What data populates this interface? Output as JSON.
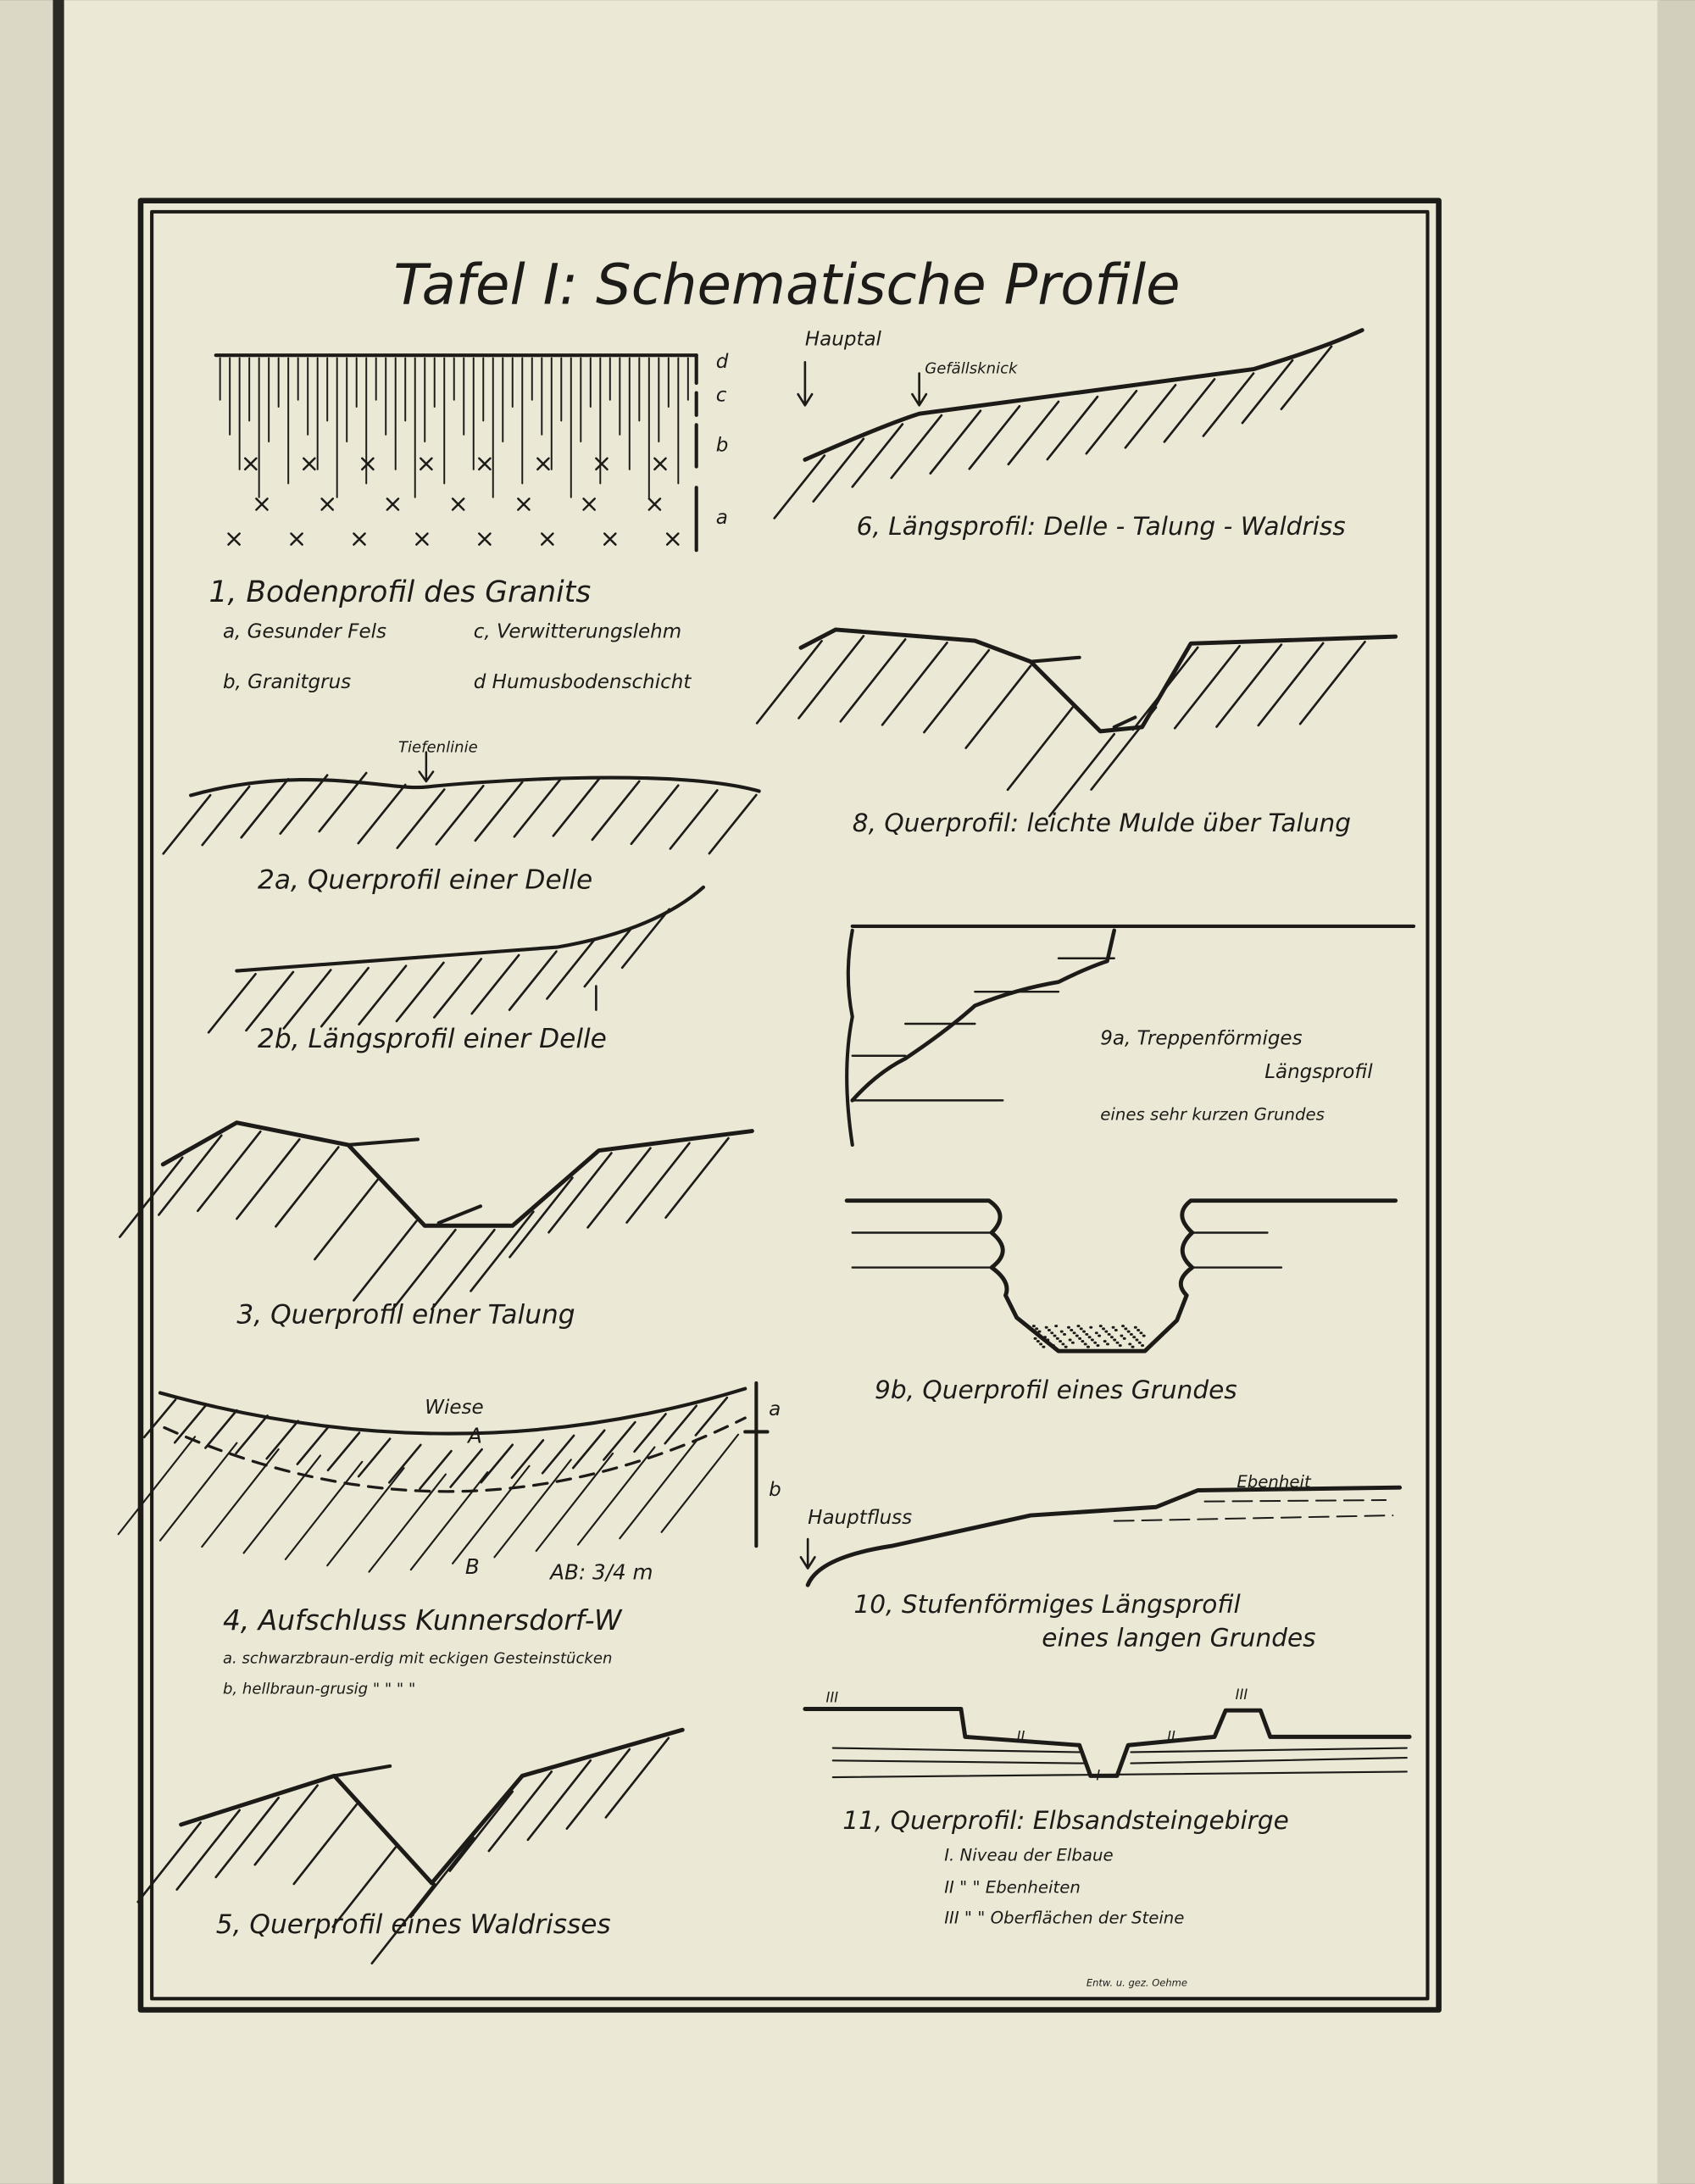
{
  "title": "Tafel I: Schematische Profile",
  "fig1": {
    "caption": "1, Bodenprofil des Granits",
    "layer_labels": [
      "d",
      "c",
      "b",
      "a"
    ],
    "legend": [
      "a, Gesunder Fels",
      "c, Verwitterungslehm",
      "b, Granitgrus",
      "d Humusbodenschicht"
    ]
  },
  "fig2a": {
    "marker": "Tiefenlinie",
    "caption": "2a, Querprofil einer Delle"
  },
  "fig2b": {
    "caption": "2b, Längsprofil einer Delle"
  },
  "fig3": {
    "caption": "3, Querprofil einer Talung"
  },
  "fig4": {
    "wiese": "Wiese",
    "point_a": "A",
    "point_b": "B",
    "scale": "AB: 3/4 m",
    "layer_a": "a",
    "layer_b": "b",
    "caption": "4, Aufschluss Kunnersdorf-W",
    "legend_a": "a. schwarzbraun-erdig mit eckigen Gesteinstücken",
    "legend_b": "b, hellbraun-grusig   \"   \"   \"   \""
  },
  "fig5": {
    "caption": "5, Querprofil eines Waldrisses"
  },
  "fig6": {
    "hauptal": "Hauptal",
    "knick": "Gefällsknick",
    "caption": "6, Längsprofil: Delle - Talung - Waldriss"
  },
  "fig8": {
    "caption": "8, Querprofil: leichte Mulde über Talung"
  },
  "fig9a": {
    "caption_1": "9a, Treppenförmiges",
    "caption_2": "Längsprofil",
    "caption_3": "eines sehr kurzen Grundes"
  },
  "fig9b": {
    "caption": "9b, Querprofil eines Grundes"
  },
  "fig10": {
    "ebenheit": "Ebenheit",
    "hauptfluss": "Hauptfluss",
    "caption_1": "10, Stufenförmiges Längsprofil",
    "caption_2": "eines langen Grundes"
  },
  "fig11": {
    "levels": [
      "III",
      "II",
      "I",
      "II",
      "III"
    ],
    "caption": "11, Querprofil: Elbsandsteingebirge",
    "legend": [
      "I. Niveau der Elbaue",
      "II  \"   \"  Ebenheiten",
      "III  \"   \"  Oberflächen der Steine"
    ]
  },
  "signature": "Entw. u. gez. Oehme",
  "colors": {
    "paper": "#ebe8d6",
    "ink": "#1c1b18",
    "margin": "#d3cfbd"
  }
}
